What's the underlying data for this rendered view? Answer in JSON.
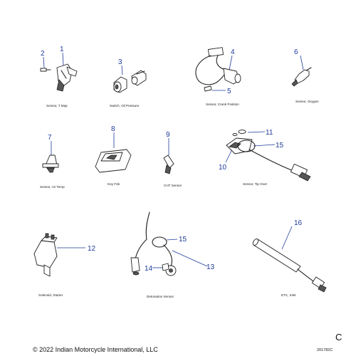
{
  "callouts": {
    "n1": "1",
    "n2": "2",
    "n3": "3",
    "n4": "4",
    "n5": "5",
    "n6": "6",
    "n7": "7",
    "n8": "8",
    "n9": "9",
    "n10": "10",
    "n11": "11",
    "n12": "12",
    "n13": "13",
    "n14": "14",
    "n15a": "15",
    "n15b": "15",
    "n16": "16"
  },
  "captions": {
    "tmap": "Sensor, T Map",
    "oil": "Switch, Oil Pressure",
    "crank": "Sensor, Crank Position",
    "oxygen": "Sensor, Oxygen",
    "airtemp": "Sensor, Air Temp",
    "keyfob": "Key Fob",
    "cht": "CHT Sensor",
    "tipover": "Sensor, Tip Over",
    "starter": "Solenoid, Starter",
    "detonation": "Detonation Sensor",
    "etc": "ETC, Inlet"
  },
  "footer": {
    "copyright": "© 2022 Indian Motorcycle International, LLC",
    "ref": "201782C",
    "corner_mark": "C"
  },
  "colors": {
    "callout": "#1e3a9a",
    "line_art": "#222222"
  }
}
